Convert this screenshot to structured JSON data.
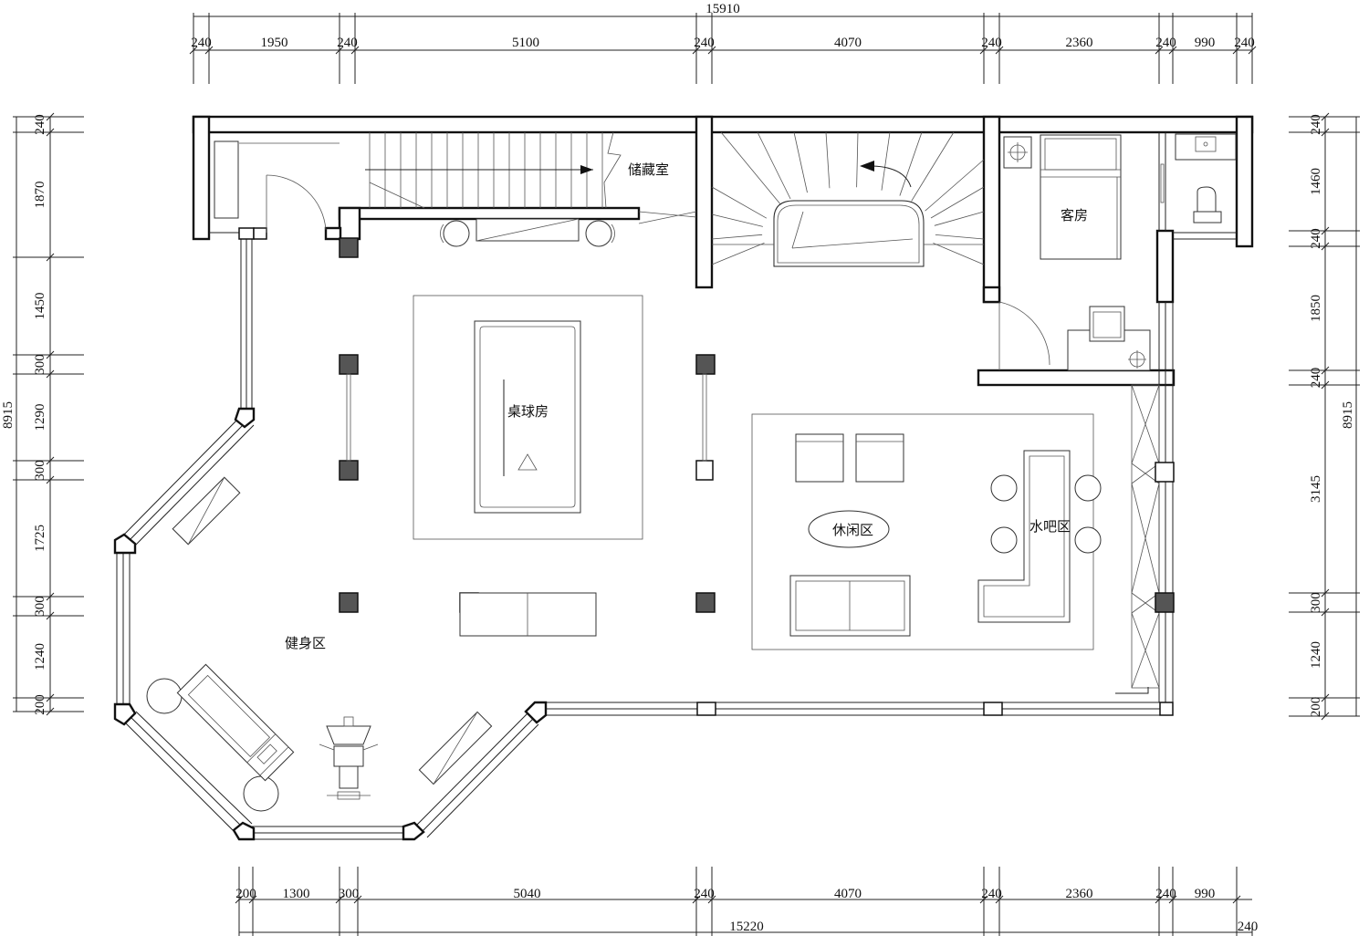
{
  "rooms": {
    "storage": "储藏室",
    "guest_room": "客房",
    "billiard_room": "桌球房",
    "leisure_area": "休闲区",
    "water_bar": "水吧区",
    "fitness_area": "健身区"
  },
  "dimensions": {
    "top_total": "15910",
    "top": [
      "240",
      "1950",
      "240",
      "5100",
      "240",
      "4070",
      "240",
      "2360",
      "240",
      "990",
      "240"
    ],
    "bottom": [
      "200",
      "1300",
      "300",
      "5040",
      "240",
      "4070",
      "240",
      "2360",
      "240",
      "990"
    ],
    "bottom_total": "15220",
    "bottom_end": "240",
    "left": [
      "240",
      "1870",
      "1450",
      "300",
      "1290",
      "300",
      "1725",
      "300",
      "1240",
      "200"
    ],
    "left_total": "8915",
    "right": [
      "240",
      "1460",
      "240",
      "1850",
      "240",
      "3145",
      "300",
      "1240",
      "200"
    ],
    "right_total": "8915"
  },
  "colors": {
    "line": "#222222",
    "column_fill": "#555555",
    "background": "#ffffff"
  }
}
